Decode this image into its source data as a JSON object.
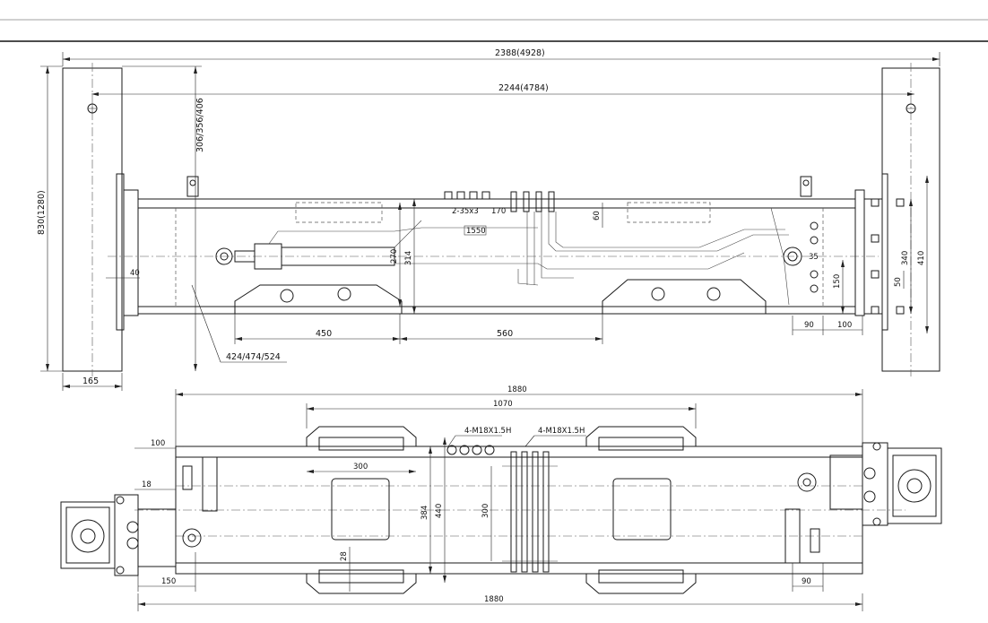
{
  "drawing": {
    "dimensions": {
      "overall_span": "2388(4928)",
      "inner_span": "2244(4784)",
      "left_height": "830(1280)",
      "column_offset": "306/356/406",
      "left_small": "40",
      "base_width": "165",
      "leader_note": "424/474/524",
      "pitch_a": "2-35x3",
      "pitch_b": "170",
      "pitch_c": "1550",
      "height_60": "60",
      "height_270": "270",
      "height_314": "314",
      "height_35": "35",
      "height_150": "150",
      "height_50": "50",
      "height_340": "340",
      "height_410": "410",
      "bottom_450": "450",
      "bottom_560": "560",
      "bottom_90": "90",
      "bottom_100": "100",
      "plan_1880_top": "1880",
      "plan_1070": "1070",
      "thread_note_a": "4-M18X1.5H",
      "thread_note_b": "4-M18X1.5H",
      "plan_100": "100",
      "plan_18": "18",
      "plan_300_h": "300",
      "plan_384": "384",
      "plan_440": "440",
      "plan_300_v": "300",
      "plan_28": "28",
      "plan_150": "150",
      "plan_90": "90",
      "plan_1880_bottom": "1880"
    }
  }
}
